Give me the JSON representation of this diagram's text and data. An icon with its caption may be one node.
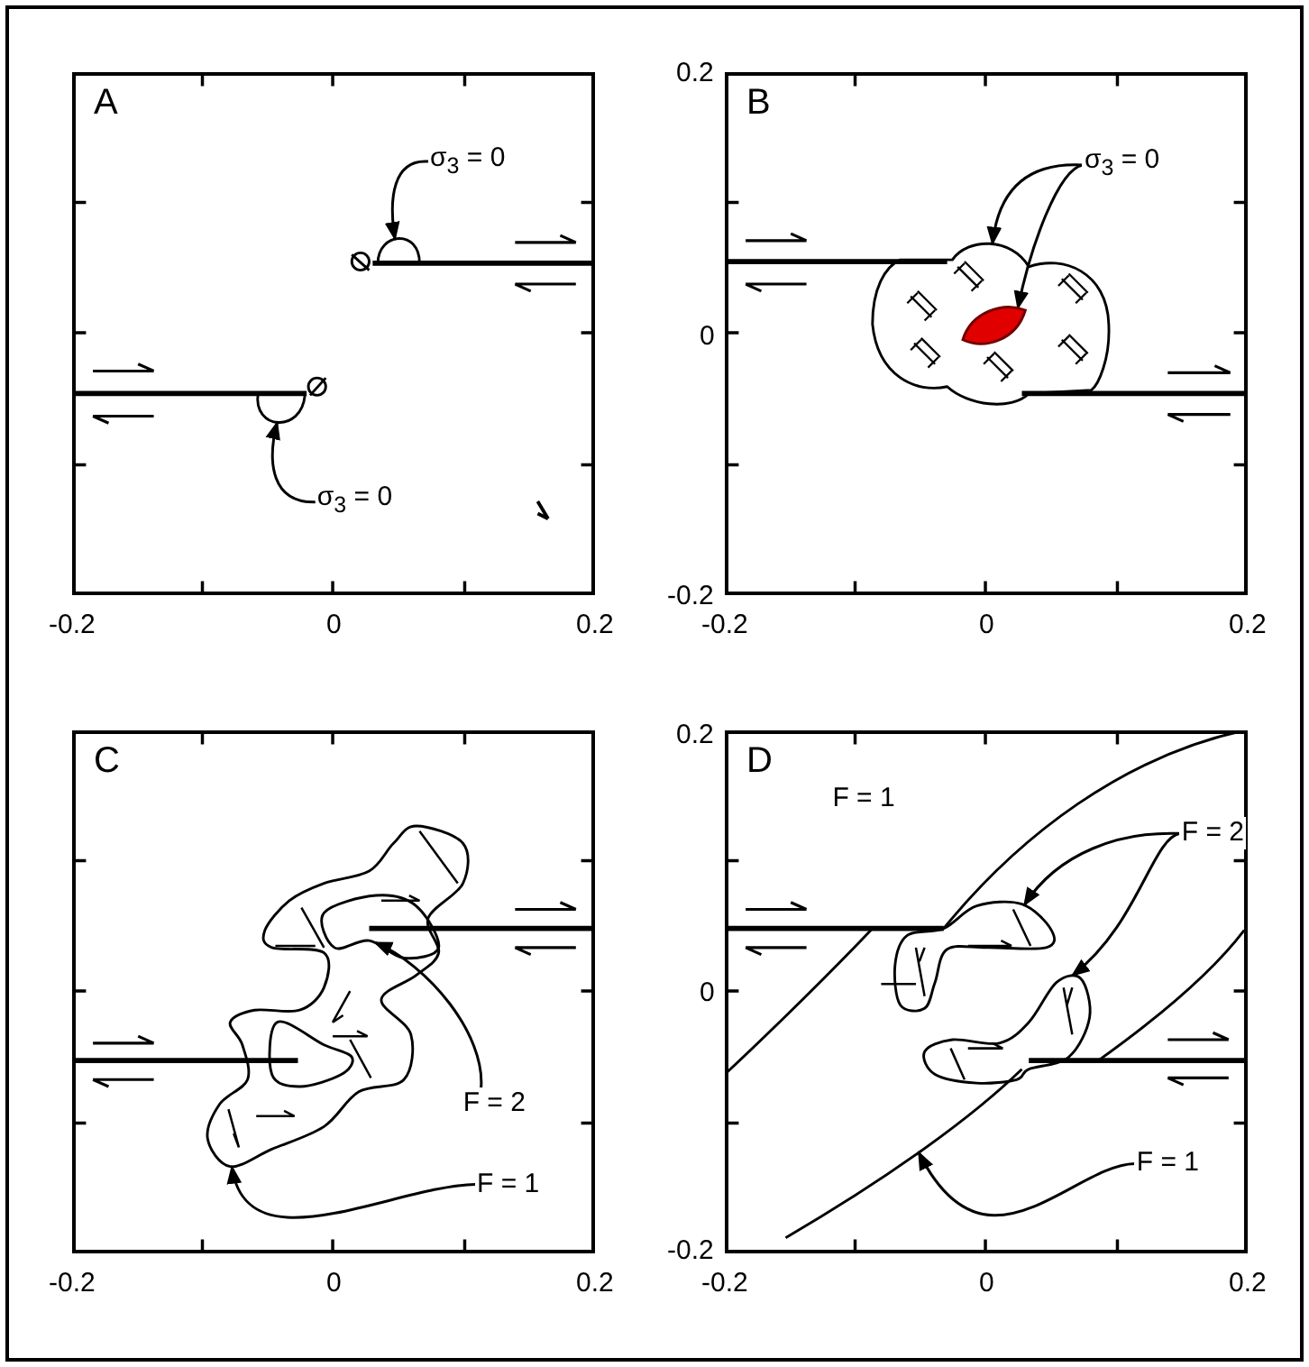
{
  "diagram": {
    "nodes": [
      {
        "text": [
          "A"
        ]
      },
      {
        "text": [
          "σ$_{3}$ = 0"
        ],
        "in": 0
      },
      {
        "text": [
          "σ$_{3}$ = 0"
        ],
        "in": 0
      },
      {
        "text": [
          "B"
        ]
      },
      {
        "text": [
          "σ$_{3}$ = 0"
        ],
        "in": 3
      },
      {
        "text": [
          "C"
        ]
      },
      {
        "text": [
          "F = 2"
        ],
        "in": 5
      },
      {
        "text": [
          "F = 1"
        ],
        "in": 5
      },
      {
        "text": [
          "D"
        ]
      },
      {
        "text": [
          "F = 2"
        ],
        "in": 8
      },
      {
        "text": [
          "F = 1"
        ],
        "in": 8
      },
      {
        "text": [],
        "shape": "curve",
        "in": 0
      },
      {
        "text": [],
        "shape": "curve",
        "in": 0
      },
      {
        "text": [],
        "shape": "cloud",
        "in": 3
      },
      {
        "text": [],
        "shape": "lens",
        "in": 13
      },
      {
        "text": [],
        "shape": "curve",
        "in": 5
      },
      {
        "text": [],
        "shape": "curve",
        "in": 15
      },
      {
        "text": [],
        "shape": "curve",
        "in": 8
      },
      {
        "text": [],
        "shape": "curve",
        "in": 8
      },
      {
        "text": [],
        "shape": "curve",
        "in": 8
      }
    ],
    "edges": [
      {
        "from": 1,
        "to": 11,
        "arrow": "to"
      },
      {
        "from": 2,
        "to": 12,
        "arrow": "to"
      },
      {
        "from": 4,
        "to": 13,
        "arrow": "to"
      },
      {
        "from": 4,
        "to": 14,
        "arrow": "to"
      },
      {
        "from": 6,
        "to": 16,
        "arrow": "to"
      },
      {
        "from": 7,
        "to": 15,
        "arrow": "to"
      },
      {
        "from": 9,
        "to": 17,
        "arrow": "to"
      },
      {
        "from": 9,
        "to": 18,
        "arrow": "to"
      },
      {
        "from": 10,
        "to": 19,
        "arrow": "to"
      }
    ],
    "labels": [
      "0.2",
      "0",
      "-0.2",
      "-0.2",
      "0",
      "0.2",
      "-0.2",
      "0",
      "0.2",
      "0.2",
      "F = 1",
      "0",
      "-0.2",
      "-0.2",
      "0",
      "0.2",
      "-0.2",
      "0",
      "0.2"
    ]
  }
}
